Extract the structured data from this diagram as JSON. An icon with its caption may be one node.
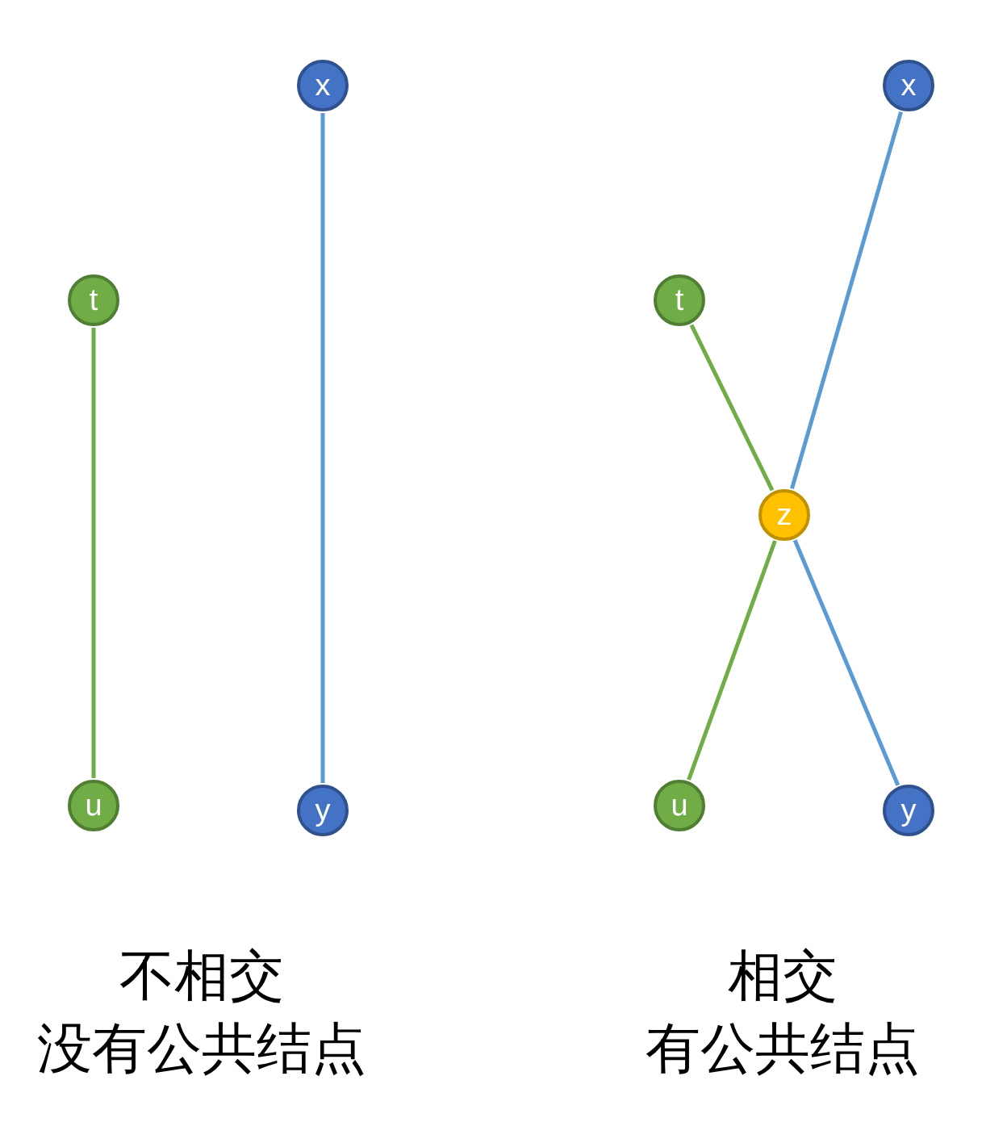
{
  "diagram": {
    "nodes": [
      {
        "text": [
          "t"
        ]
      },
      {
        "text": [
          "u"
        ]
      },
      {
        "text": [
          "x"
        ]
      },
      {
        "text": [
          "y"
        ]
      },
      {
        "text": [
          "t"
        ]
      },
      {
        "text": [
          "x"
        ]
      },
      {
        "text": [
          "z"
        ]
      },
      {
        "text": [
          "u"
        ]
      },
      {
        "text": [
          "y"
        ]
      }
    ],
    "edges": [
      {
        "from": 0,
        "to": 1,
        "arrow": "none",
        "color": "#70ad47"
      },
      {
        "from": 2,
        "to": 3,
        "arrow": "none",
        "color": "#5b9bd5"
      },
      {
        "from": 4,
        "to": 6,
        "arrow": "none",
        "color": "#70ad47"
      },
      {
        "from": 6,
        "to": 7,
        "arrow": "none",
        "color": "#70ad47"
      },
      {
        "from": 5,
        "to": 6,
        "arrow": "none",
        "color": "#5b9bd5"
      },
      {
        "from": 6,
        "to": 8,
        "arrow": "none",
        "color": "#5b9bd5"
      }
    ],
    "labels": [
      "不相交",
      "没有公共结点",
      "相交",
      "有公共结点"
    ]
  }
}
